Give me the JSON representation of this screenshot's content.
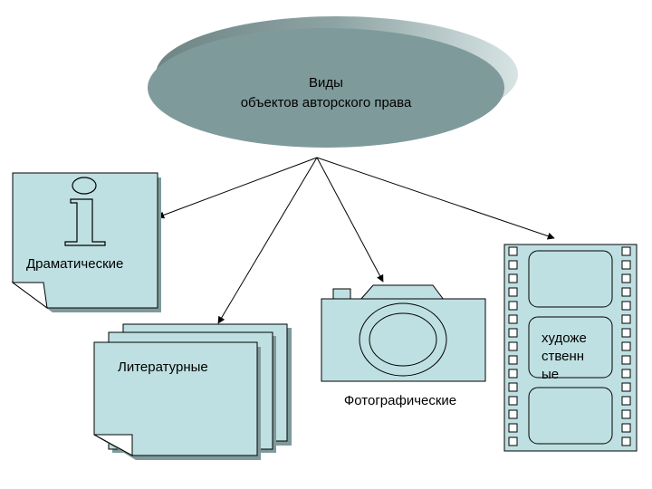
{
  "title": {
    "line1": "Виды",
    "line2": "объектов авторского права"
  },
  "categories": {
    "dramatic": "Драматические",
    "literary": "Литературные",
    "photographic": "Фотографические",
    "artistic_line1": "художе",
    "artistic_line2": "ственн",
    "artistic_line3": "ые"
  },
  "colors": {
    "ellipse": "#7f9a9a",
    "shape_fill": "#bfe0e2",
    "outline": "#000000"
  },
  "icons": [
    "info-icon",
    "documents-icon",
    "camera-icon",
    "film-strip-icon"
  ]
}
